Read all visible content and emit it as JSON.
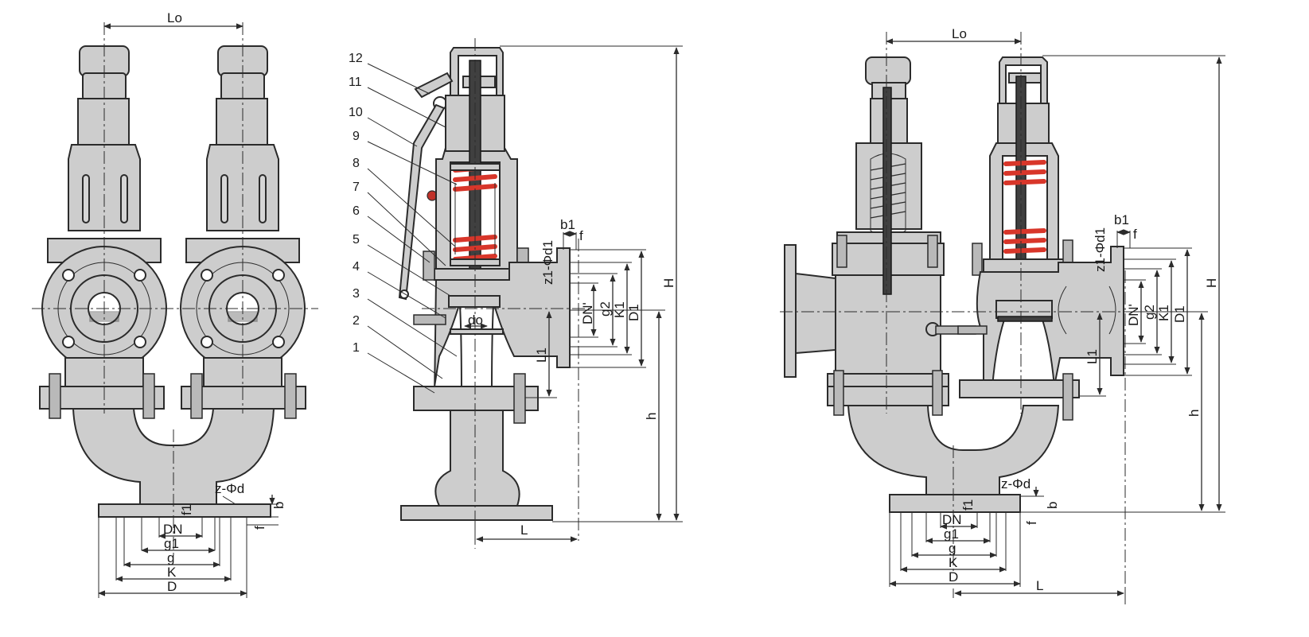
{
  "views": {
    "left": {
      "Lo": "Lo",
      "z_phi_d": "z-Φd",
      "b": "b",
      "f": "f",
      "f1": "f1",
      "DN": "DN",
      "g1": "g1",
      "g": "g",
      "K": "K",
      "D": "D"
    },
    "middle": {
      "parts": [
        "12",
        "11",
        "10",
        "9",
        "8",
        "7",
        "6",
        "5",
        "4",
        "3",
        "2",
        "1"
      ],
      "b1": "b1",
      "f": "f",
      "z1_phi_d1": "z1-Φd1",
      "DNp": "DN'",
      "g2": "g2",
      "K1": "K1",
      "D1": "D1",
      "do": "do",
      "L1": "L1",
      "L": "L",
      "h": "h",
      "H": "H"
    },
    "right": {
      "Lo": "Lo",
      "b1": "b1",
      "f": "f",
      "z1_phi_d1": "z1-Φd1",
      "DNp": "DN'",
      "g2": "g2",
      "K1": "K1",
      "D1": "D1",
      "L1": "L1",
      "h": "h",
      "H": "H",
      "z_phi_d": "z-Φd",
      "b": "b",
      "f2": "f",
      "f1": "f1",
      "DN": "DN",
      "g1": "g1",
      "g": "g",
      "K": "K",
      "D": "D",
      "L": "L"
    }
  },
  "colors": {
    "body": "#cdcdcd",
    "outline": "#2b2b2b",
    "spring": "#d8362a",
    "stem": "#404040"
  }
}
